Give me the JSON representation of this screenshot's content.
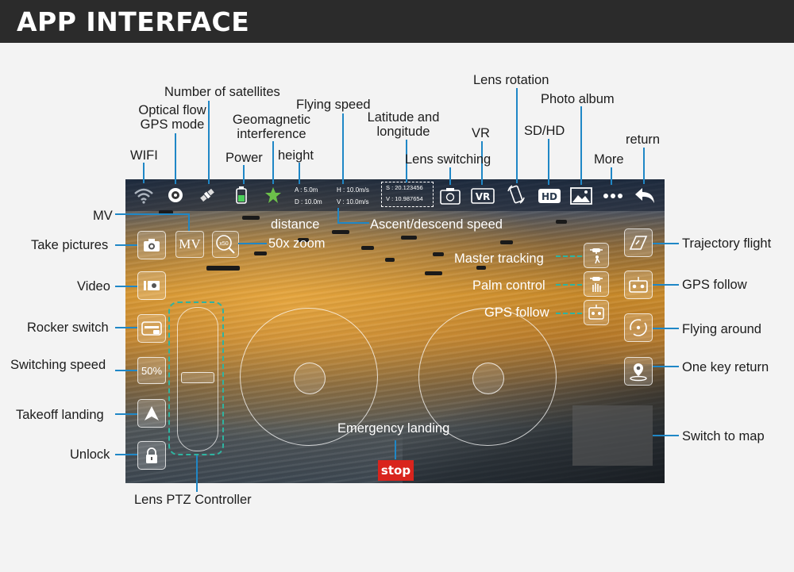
{
  "header": {
    "title": "APP INTERFACE"
  },
  "telemetry": {
    "altitude": "A : 5.0m",
    "distance": "D : 10.0m",
    "horizontal_speed": "H : 10.0m/s",
    "vertical_speed": "V : 10.0m/s",
    "lat": "S : 20.123456",
    "lon": "V : 10.987654"
  },
  "buttons": {
    "mv": "MV",
    "zoom": "x50",
    "speed": "50%",
    "stop": "stop"
  },
  "labels": {
    "satellites": "Number of satellites",
    "optical_flow_1": "Optical flow",
    "optical_flow_2": "GPS mode",
    "flying_speed": "Flying speed",
    "geomag_1": "Geomagnetic",
    "geomag_2": "interference",
    "latlon_1": "Latitude and",
    "latlon_2": "longitude",
    "lens_rotation": "Lens rotation",
    "photo_album": "Photo album",
    "vr": "VR",
    "sdhd": "SD/HD",
    "return": "return",
    "wifi": "WIFI",
    "power": "Power",
    "height": "height",
    "lens_switching": "Lens switching",
    "more": "More",
    "mv": "MV",
    "distance": "distance",
    "ascent": "Ascent/descend speed",
    "zoom": "50x zoom",
    "take_pictures": "Take pictures",
    "video": "Video",
    "rocker_switch": "Rocker switch",
    "switching_speed": "Switching speed",
    "takeoff_landing": "Takeoff landing",
    "unlock": "Unlock",
    "lens_ptz": "Lens PTZ Controller",
    "emergency_landing": "Emergency landing",
    "master_tracking": "Master tracking",
    "palm_control": "Palm control",
    "gps_follow_inner": "GPS follow",
    "trajectory_flight": "Trajectory flight",
    "gps_follow": "GPS follow",
    "flying_around": "Flying around",
    "one_key_return": "One key return",
    "switch_to_map": "Switch to map"
  },
  "colors": {
    "accent_line": "#1f87c6",
    "dash": "#2fb3a0",
    "stop": "#d9241d",
    "header": "#2b2b2b"
  },
  "icons": [
    "wifi-icon",
    "optical-flow-icon",
    "satellite-icon",
    "battery-icon",
    "geomagnetic-icon",
    "lens-switch-icon",
    "vr-icon",
    "lens-rotation-icon",
    "hd-icon",
    "photo-album-icon",
    "more-icon",
    "return-arrow-icon",
    "camera-icon",
    "video-icon",
    "rocker-icon",
    "takeoff-arrow-icon",
    "lock-icon",
    "master-tracking-icon",
    "palm-control-icon",
    "gps-follow-icon",
    "trajectory-icon",
    "gps-follow-remote-icon",
    "circle-around-icon",
    "one-key-return-icon"
  ]
}
